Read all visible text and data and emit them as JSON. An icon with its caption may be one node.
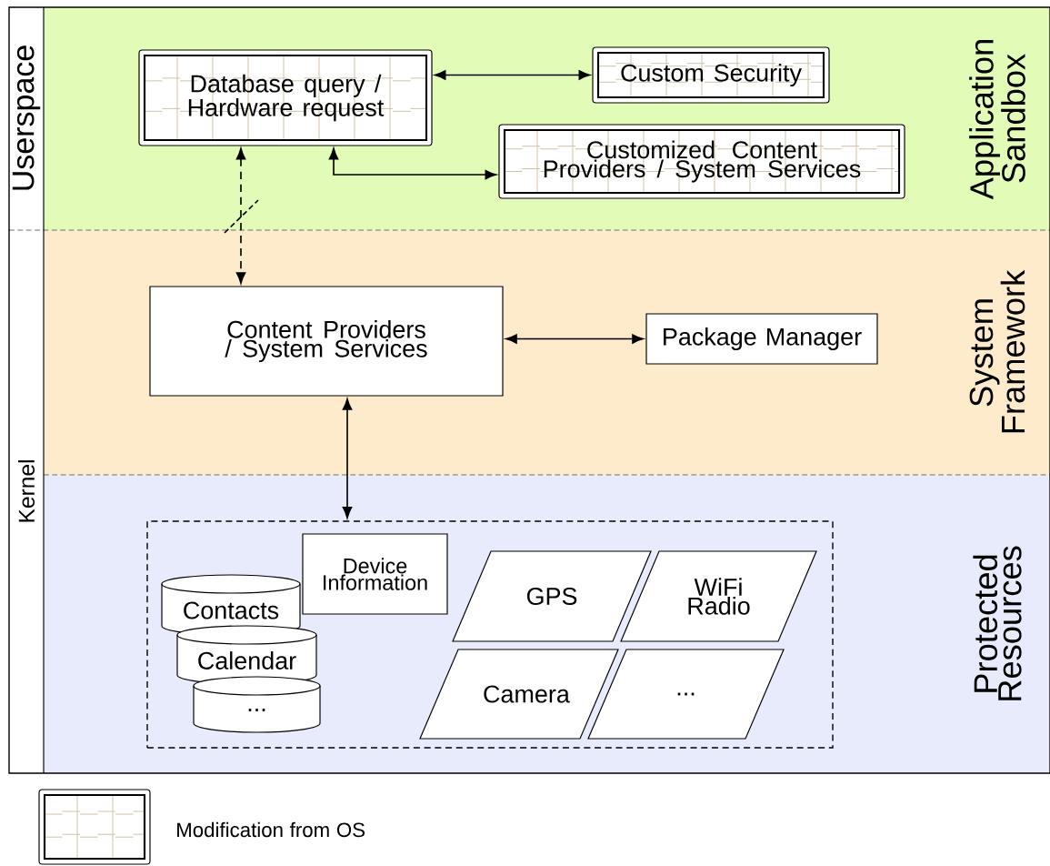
{
  "diagram": {
    "nodes": [
      {
        "text": [
          "Application Sandbox"
        ]
      },
      {
        "text": [
          "Database query / Hardware request"
        ],
        "in": 0
      },
      {
        "text": [
          "Custom Security"
        ],
        "in": 0
      },
      {
        "text": [
          "Customized Content Providers / System Services"
        ],
        "in": 0
      },
      {
        "text": [
          "System Framework"
        ]
      },
      {
        "text": [
          "Content Providers / System Services"
        ],
        "in": 4
      },
      {
        "text": [
          "Package Manager"
        ],
        "in": 4
      },
      {
        "text": [
          "Protected Resources"
        ]
      },
      {
        "text": [],
        "shape": "box",
        "in": 7
      },
      {
        "text": [
          "Device Information"
        ],
        "in": 8
      },
      {
        "text": [
          "Contacts"
        ],
        "in": 8
      },
      {
        "text": [
          "Calendar"
        ],
        "in": 8
      },
      {
        "text": [
          "..."
        ],
        "in": 8
      },
      {
        "text": [
          "GPS"
        ],
        "in": 8
      },
      {
        "text": [
          "WiFi Radio"
        ],
        "in": 8
      },
      {
        "text": [
          "Camera"
        ],
        "in": 8
      },
      {
        "text": [
          "..."
        ],
        "in": 8
      }
    ],
    "edges": [
      {
        "from": 1,
        "to": 2,
        "arrow": "both"
      },
      {
        "from": 1,
        "to": 3,
        "arrow": "both"
      },
      {
        "from": 1,
        "to": 5,
        "arrow": "both",
        "style": "dashed"
      },
      {
        "from": 5,
        "to": 6,
        "arrow": "both"
      },
      {
        "from": 5,
        "to": 8,
        "arrow": "both"
      }
    ],
    "labels": [
      "Userspace",
      "Kernel"
    ],
    "legend": [
      {
        "text": "Modification from OS"
      }
    ]
  }
}
